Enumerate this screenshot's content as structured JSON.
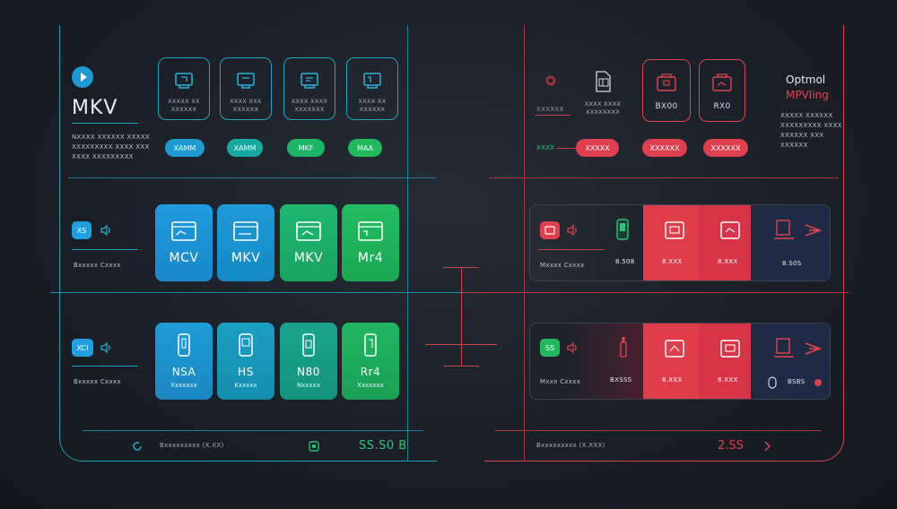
{
  "left": {
    "app_title": "MKV",
    "desc_lines": [
      "NXXXX XXXXXX XXXXX",
      "XXXXXXXXX XXXX XXX",
      "XXXX XXXXXXXXX"
    ],
    "top_icons": [
      {
        "line1": "XXXXX XX",
        "line2": "XXXXXX"
      },
      {
        "line1": "XXXX XXX",
        "line2": "XXXXXX"
      },
      {
        "line1": "XXXX XXXX",
        "line2": "XXXXXXX"
      },
      {
        "line1": "XXXX XX",
        "line2": "XXXXXX"
      }
    ],
    "pills": [
      "XAMM",
      "XAMM",
      "MKF",
      "MAA"
    ],
    "row1": {
      "badge": "XS",
      "label": "Bxxxxx Cxxxx",
      "tiles": [
        "MCV",
        "MKV",
        "MKV",
        "Mr4"
      ]
    },
    "row2": {
      "badge": "XCI",
      "label": "Bxxxxx Cxxxx",
      "tiles": [
        {
          "label": "NSA",
          "sub": "Xxxxxxx"
        },
        {
          "label": "HS",
          "sub": "Kxxxxx"
        },
        {
          "label": "N80",
          "sub": "Nxxxxx"
        },
        {
          "label": "Rr4",
          "sub": "Xxxxxxx"
        }
      ]
    },
    "footer": {
      "text": "Bxxxxxxxxx  (X.XX)",
      "value": "SS.S0 B"
    }
  },
  "right": {
    "title": "Optmol",
    "subtitle": "MPVIing",
    "desc_lines": [
      "XXXXX XXXXXX",
      "XXXXXXXXX XXXX",
      "XXXXXX XXX",
      "XXXXXX"
    ],
    "side_label": "XXXXXX",
    "top_icons": [
      {
        "label": "XXXX XXXX",
        "sub": "XXXXXXXX"
      },
      {
        "label": "BX00"
      },
      {
        "label": "RX0"
      }
    ],
    "left_mini": "XXXX",
    "pills": [
      "XXXXX",
      "XXXXXX",
      "XXXXXX"
    ],
    "row1": {
      "label": "Mxxxx Cxxxx",
      "value1": "8.508",
      "value2": "8.XXX",
      "value3": "8.XXX",
      "value4": "8.S0S"
    },
    "row2": {
      "badge": "SS",
      "label": "Mxxx Cxxxx",
      "value1": "BXSSS",
      "value2": "8.XXX",
      "value3": "8.XXX",
      "value4": "BSBS"
    },
    "footer": {
      "text": "Bxxxxxxxxx  (X.XXX)",
      "value": "2.SS"
    }
  },
  "colors": {
    "teal": "#1ba5c0",
    "blue": "#1d8fd6",
    "green": "#1fb566",
    "red": "#e0404e",
    "crimson": "#d8334a",
    "navy": "#1f2a44"
  }
}
